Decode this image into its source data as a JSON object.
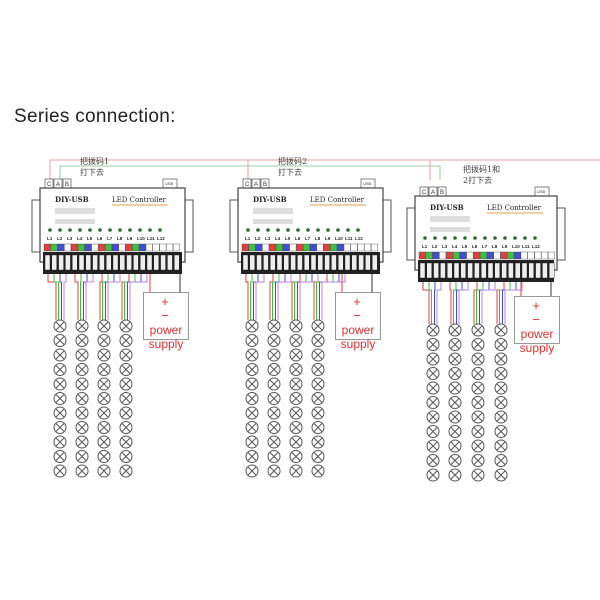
{
  "title": "Series connection:",
  "controllers": [
    {
      "dip_label_1": "把拨码1",
      "dip_label_2": "打下去",
      "brand": "DIY-USB",
      "product": "LED Controller",
      "ports": [
        "C",
        "A",
        "B"
      ],
      "usb": "USB"
    },
    {
      "dip_label_1": "把拨码2",
      "dip_label_2": "打下去",
      "brand": "DIY-USB",
      "product": "LED Controller",
      "ports": [
        "C",
        "A",
        "B"
      ],
      "usb": "USB"
    },
    {
      "dip_label_1": "把拨码1和",
      "dip_label_2": "2打下去",
      "brand": "DIY-USB",
      "product": "LED Controller",
      "ports": [
        "C",
        "A",
        "B"
      ],
      "usb": "USB"
    }
  ],
  "channel_labels": [
    "L1",
    "L2",
    "L3",
    "L4",
    "L5",
    "L6",
    "L7",
    "L8",
    "L9",
    "L10",
    "L11",
    "L12"
  ],
  "power_supply": {
    "plus": "+",
    "minus": "−",
    "line1": "power",
    "line2": "supply"
  },
  "colors": {
    "red": "#e04040",
    "green": "#40c040",
    "blue": "#4050d0",
    "dip_wire": "#e8a0a0"
  }
}
